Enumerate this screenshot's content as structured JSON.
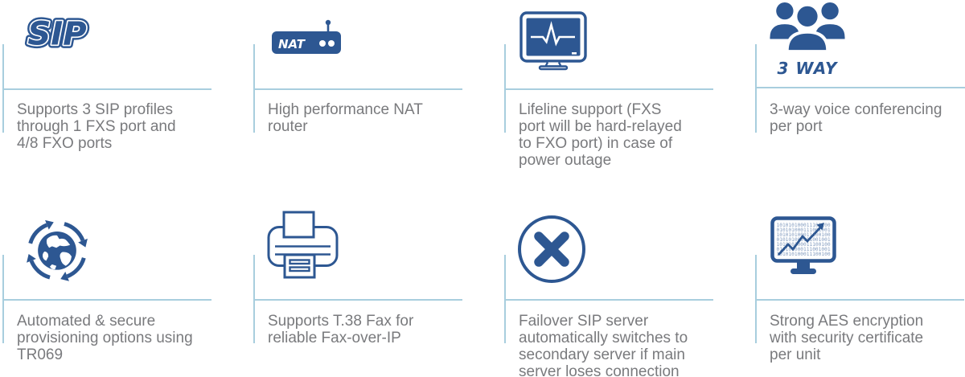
{
  "colors": {
    "accent": "#2d5792",
    "rule": "#a8cede",
    "body_text": "#797a7d"
  },
  "features": [
    {
      "id": "sip-profiles",
      "icon": "sip-logo-icon",
      "text": "Supports 3 SIP profiles through 1 FXS port and 4/8 FXO ports"
    },
    {
      "id": "nat-router",
      "icon": "nat-router-icon",
      "text": "High performance NAT router"
    },
    {
      "id": "lifeline",
      "icon": "lifeline-monitor-icon",
      "text": "Lifeline support (FXS port will be hard-relayed to FXO port) in case of power outage"
    },
    {
      "id": "three-way",
      "icon": "three-way-conference-icon",
      "text": "3-way voice conferencing per port"
    },
    {
      "id": "provisioning",
      "icon": "auto-provisioning-globe-icon",
      "text": "Automated & secure provisioning options using TR069"
    },
    {
      "id": "t38-fax",
      "icon": "fax-printer-icon",
      "text": "Supports T.38 Fax for reliable Fax-over-IP"
    },
    {
      "id": "failover",
      "icon": "failover-cross-icon",
      "text": "Failover SIP server automatically switches to secondary server if main server loses connection"
    },
    {
      "id": "aes-encryption",
      "icon": "encryption-monitor-icon",
      "text": "Strong AES encryption with security certificate per unit"
    }
  ],
  "icon_text": {
    "sip": "SIP",
    "nat": "NAT",
    "three_way": "3 WAY",
    "binary_rows": [
      "1010101000111001001010101",
      "0101010001110010010101010",
      "1010101000111001001010101",
      "0101010001110010010101010",
      "1010101000111001001010101",
      "0101010001110010010101010",
      "1010101000111001001010101"
    ]
  }
}
